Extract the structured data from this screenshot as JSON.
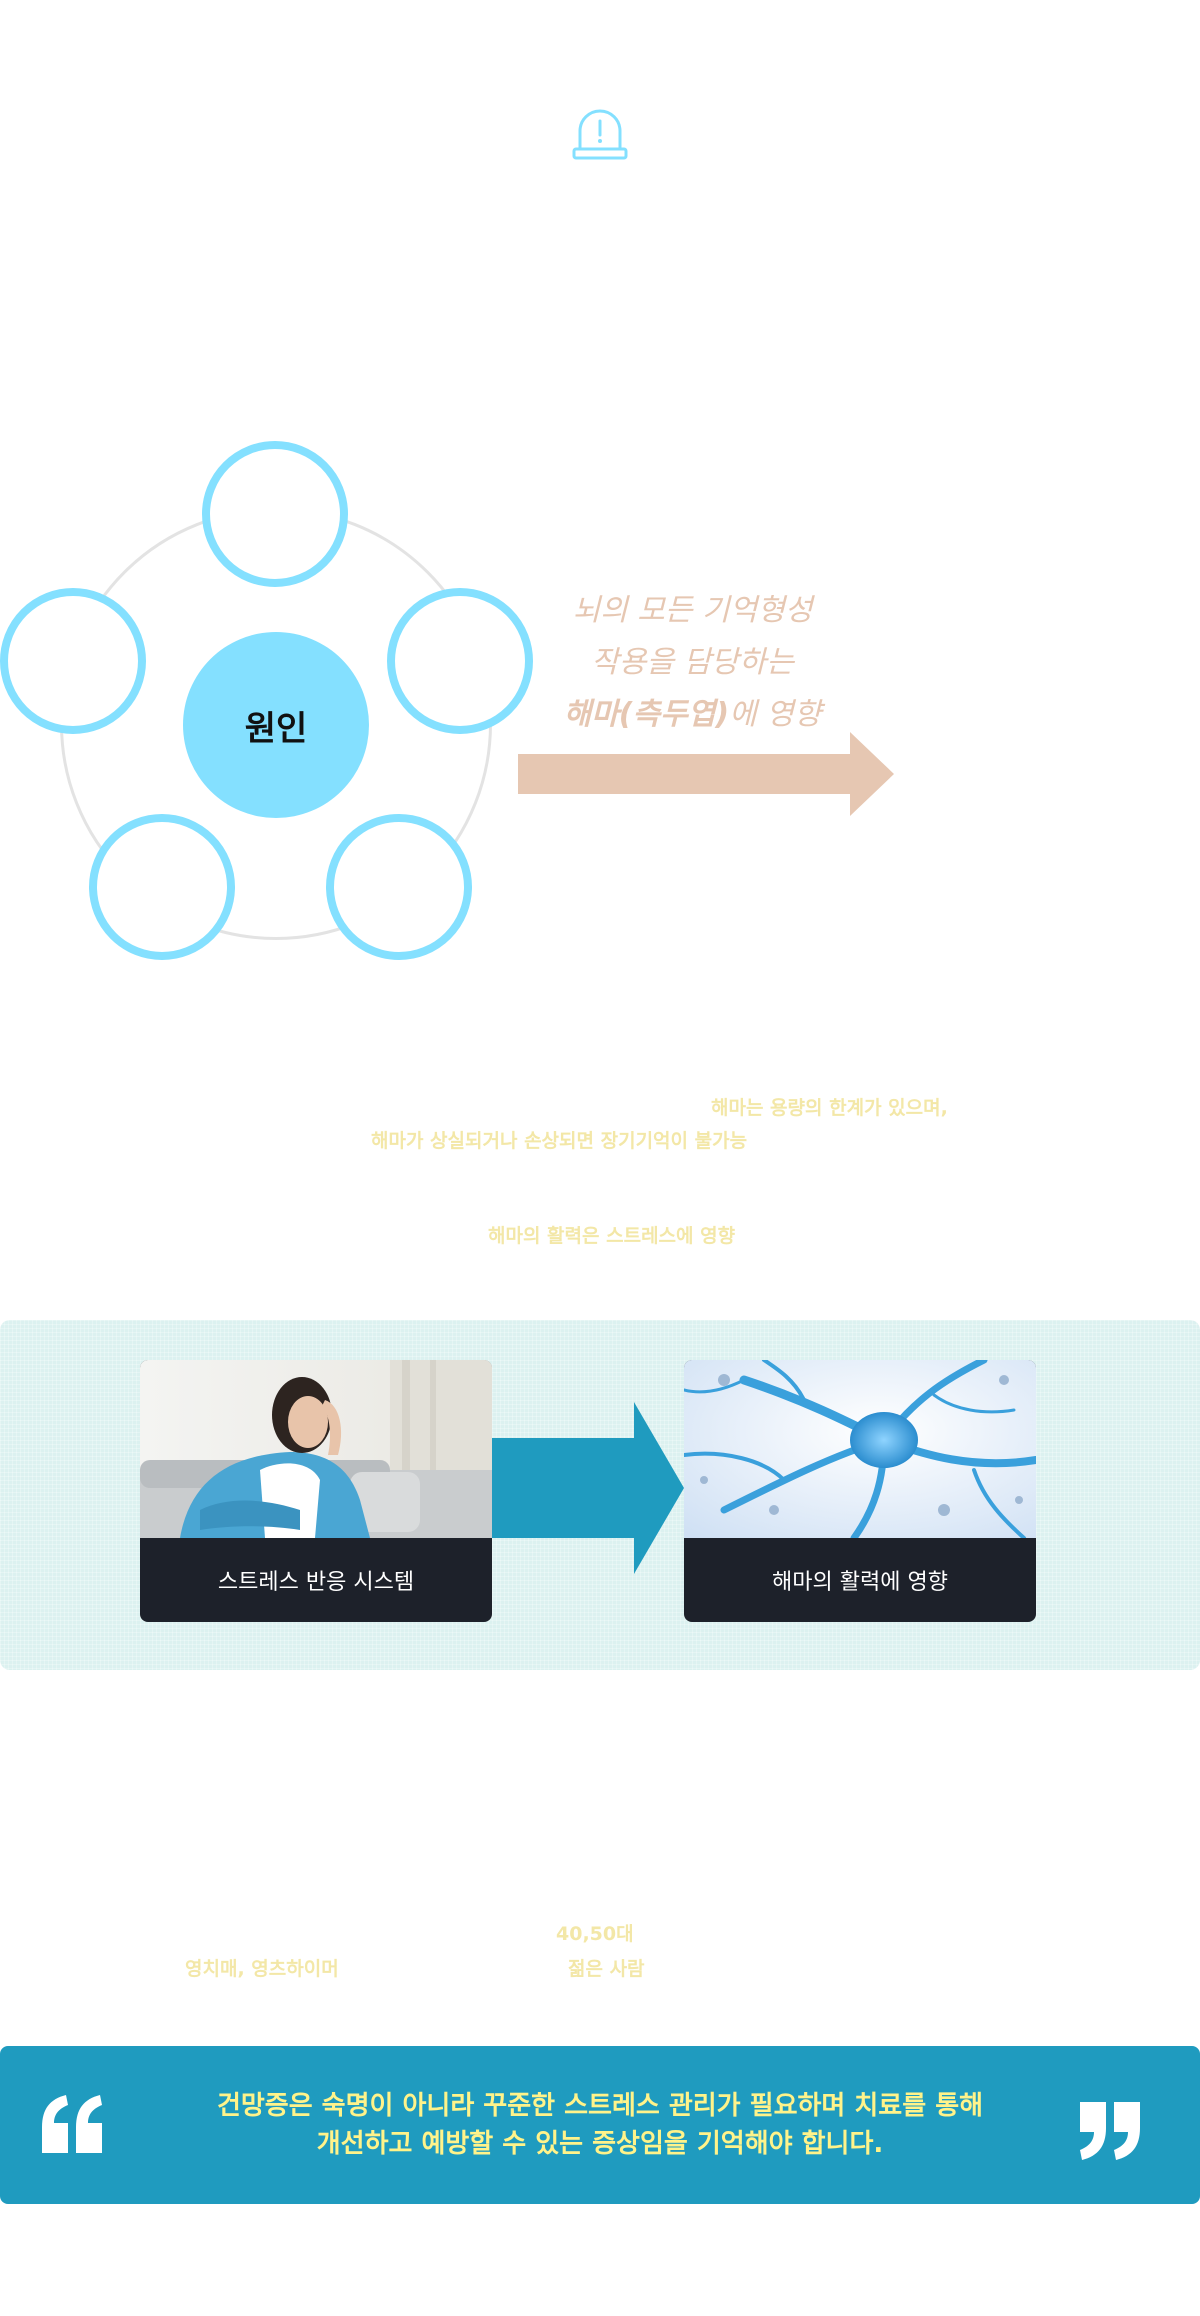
{
  "colors": {
    "accent_cyan": "#84e0ff",
    "peach": "#e6c7b2",
    "faint_yellow": "#f3e7a7",
    "band_bg": "#dcf1f0",
    "arrow_blue": "#1f9bbf",
    "card_dark": "#1d212a",
    "quote_text": "#fff38a"
  },
  "icons": {
    "top": "alert-siren-icon",
    "quote_open": "open-quote-icon",
    "quote_close": "close-quote-icon"
  },
  "cause": {
    "center_label": "원인"
  },
  "hippocampus": {
    "line1": "뇌의 모든 기억형성",
    "line2": "작용을 담당하는",
    "line3_strong": "해마(측두엽)",
    "line3_rest": "에 영향"
  },
  "notes": {
    "capacity": "해마는 용량의 한계가 있으며,",
    "damage": "해마가 상실되거나 손상되면 장기기억이 불가능",
    "stress": "해마의 활력은 스트레스에 영향",
    "age": "40,50대",
    "dementia": "영치매, 영츠하이머",
    "young": "젊은 사람"
  },
  "flow": {
    "card1_label": "스트레스 반응 시스템",
    "card2_label": "해마의 활력에 영향"
  },
  "quote": {
    "line1": "건망증은 숙명이 아니라 꾸준한 스트레스 관리가 필요하며 치료를 통해",
    "line2": "개선하고 예방할 수 있는 증상임을 기억해야 합니다."
  }
}
